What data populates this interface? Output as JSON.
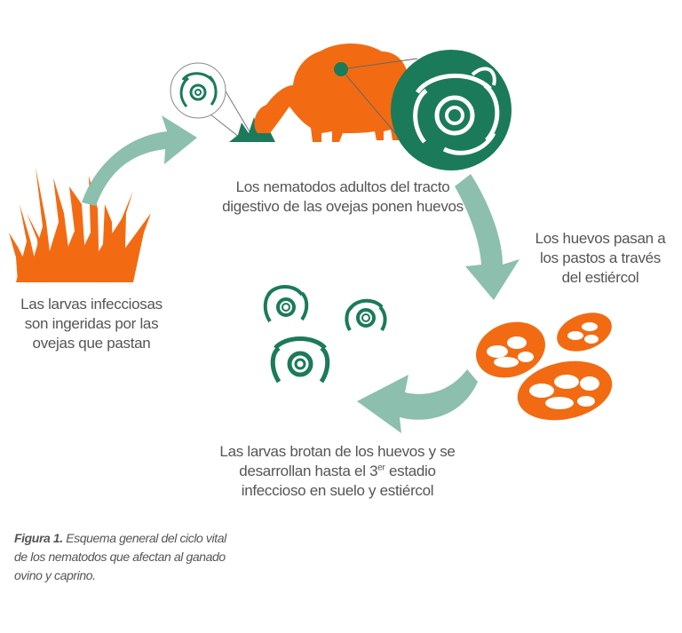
{
  "colors": {
    "orange": "#f26b12",
    "green": "#1b7a5a",
    "arrow": "#8cbfae",
    "text": "#555555"
  },
  "icons": [
    "grass-icon",
    "sheep-icon",
    "nematode-icon",
    "egg-icon",
    "larva-icon"
  ],
  "steps": {
    "adults": {
      "line1": "Los nematodos adultos del tracto",
      "line2": "digestivo de las ovejas ponen huevos"
    },
    "eggs": {
      "line1": "Los huevos pasan a",
      "line2": "los pastos a través",
      "line3": "del estiércol"
    },
    "hatch": {
      "line1": "Las larvas brotan de los huevos y se",
      "line2_pre": "desarrollan hasta el 3",
      "line2_sup": "er",
      "line2_post": " estadio",
      "line3": "infeccioso en suelo y estiércol"
    },
    "ingest": {
      "line1": "Las larvas infecciosas",
      "line2": "son ingeridas por las",
      "line3": "ovejas que pastan"
    }
  },
  "caption": {
    "label": "Figura 1.",
    "line1": " Esquema general del ciclo vital",
    "line2": "de los nematodos que afectan al ganado",
    "line3": "ovino y caprino."
  }
}
